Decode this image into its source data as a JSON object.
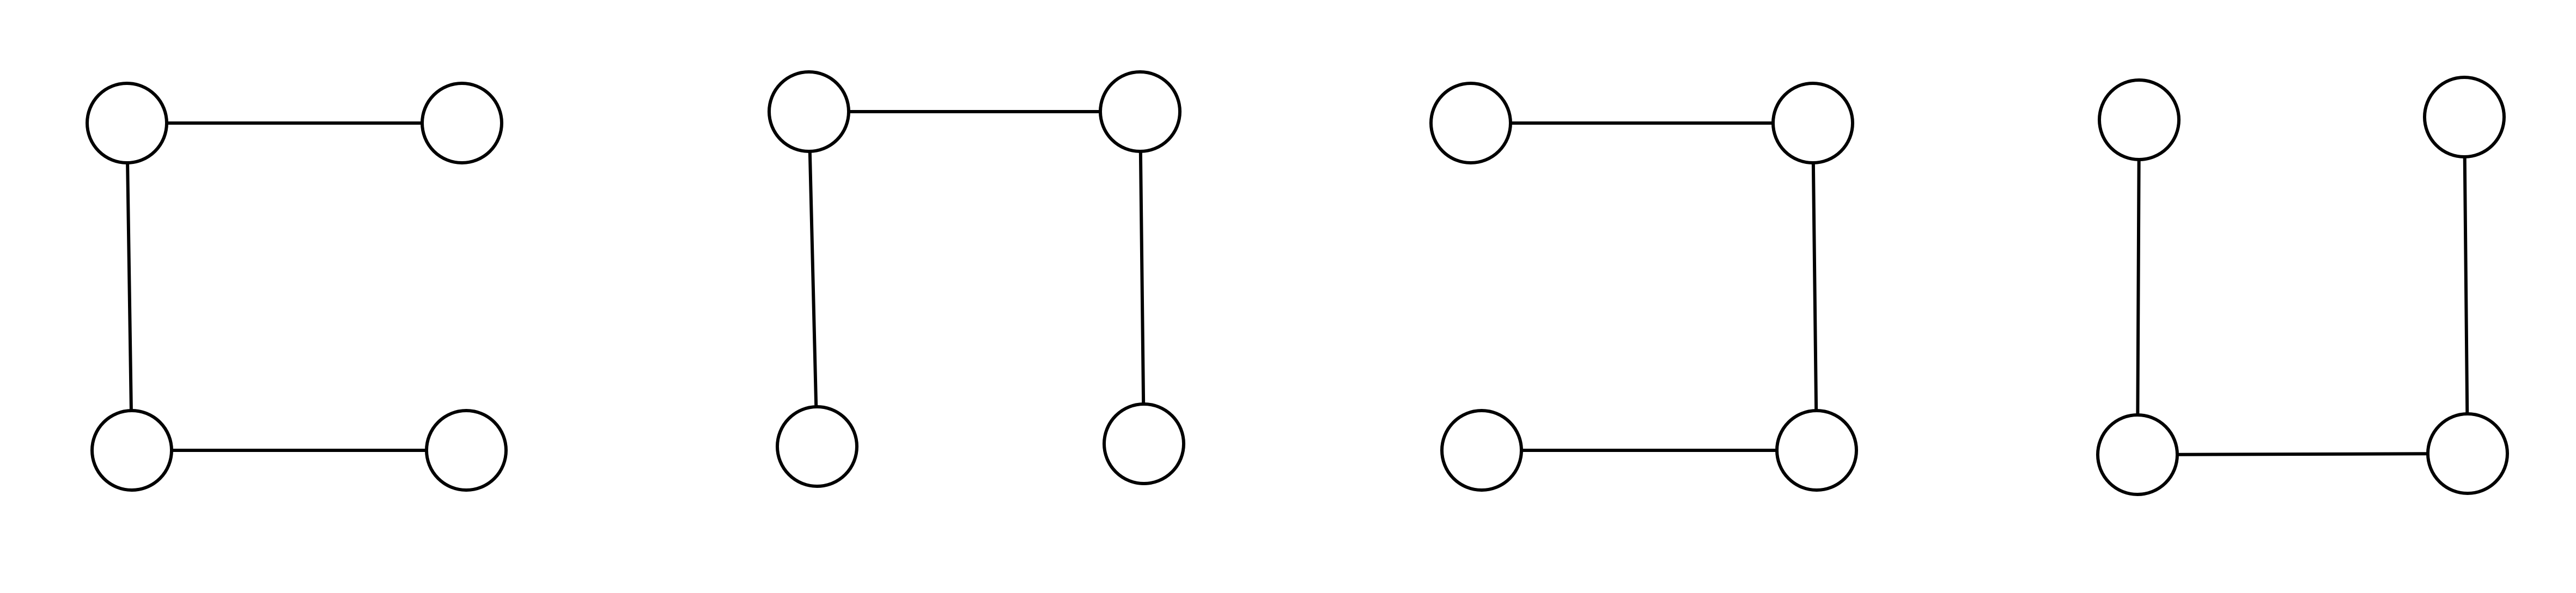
{
  "diagram": {
    "stroke_color": "#000000",
    "background_color": "#ffffff",
    "graphs": [
      {
        "id": "graph-1",
        "shape": "C-shaped path",
        "nodes": [
          "top-left",
          "top-right",
          "bottom-left",
          "bottom-right"
        ],
        "edges": [
          [
            "top-left",
            "top-right"
          ],
          [
            "top-left",
            "bottom-left"
          ],
          [
            "bottom-left",
            "bottom-right"
          ]
        ]
      },
      {
        "id": "graph-2",
        "shape": "n-shaped path",
        "nodes": [
          "top-left",
          "top-right",
          "bottom-left",
          "bottom-right"
        ],
        "edges": [
          [
            "top-left",
            "top-right"
          ],
          [
            "top-left",
            "bottom-left"
          ],
          [
            "top-right",
            "bottom-right"
          ]
        ]
      },
      {
        "id": "graph-3",
        "shape": "reversed C-shaped path",
        "nodes": [
          "top-left",
          "top-right",
          "bottom-left",
          "bottom-right"
        ],
        "edges": [
          [
            "top-left",
            "top-right"
          ],
          [
            "top-right",
            "bottom-right"
          ],
          [
            "bottom-left",
            "bottom-right"
          ]
        ]
      },
      {
        "id": "graph-4",
        "shape": "U-shaped path",
        "nodes": [
          "top-left",
          "top-right",
          "bottom-left",
          "bottom-right"
        ],
        "edges": [
          [
            "top-left",
            "bottom-left"
          ],
          [
            "top-right",
            "bottom-right"
          ],
          [
            "bottom-left",
            "bottom-right"
          ]
        ]
      }
    ]
  }
}
